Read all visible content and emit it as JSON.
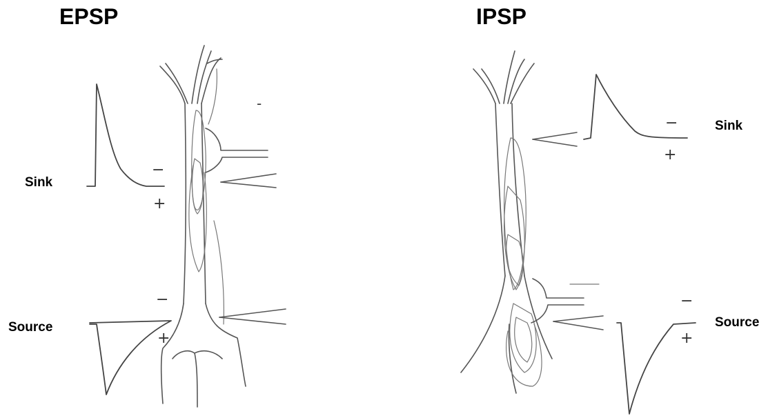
{
  "panels": {
    "epsp": {
      "title": "EPSP",
      "sink_label": "Sink",
      "source_label": "Source",
      "sink_signs": {
        "minus": "−",
        "plus": "+"
      },
      "source_signs": {
        "minus": "−",
        "plus": "+"
      },
      "extra_sign": "-"
    },
    "ipsp": {
      "title": "IPSP",
      "sink_label": "Sink",
      "source_label": "Source",
      "sink_signs": {
        "minus": "−",
        "plus": "+"
      },
      "source_signs": {
        "minus": "−",
        "plus": "+"
      }
    }
  }
}
